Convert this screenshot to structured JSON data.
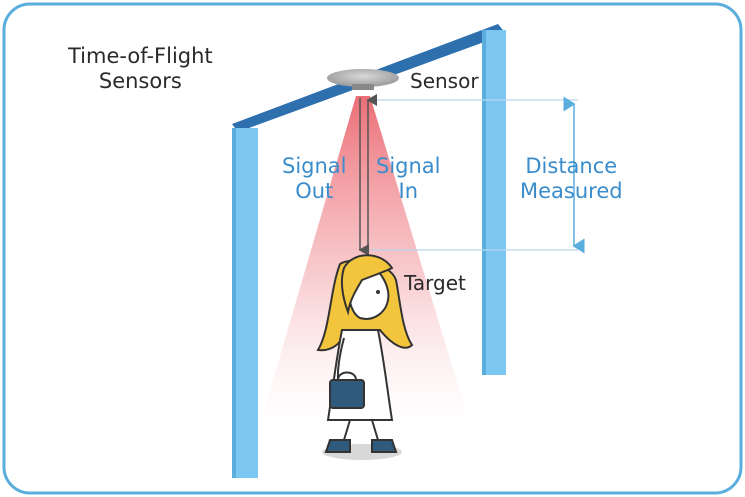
{
  "diagram": {
    "title_line1": "Time-of-Flight",
    "title_line2": "Sensors",
    "sensor_label": "Sensor",
    "signal_out_line1": "Signal",
    "signal_out_line2": "Out",
    "signal_in_line1": "Signal",
    "signal_in_line2": "In",
    "distance_line1": "Distance",
    "distance_line2": "Measured",
    "target_label": "Target"
  },
  "colors": {
    "frame_border": "#5aaedd",
    "pillar_blue": "#7cc6f2",
    "label_blue": "#3a8ccb",
    "beam_red": "#e8545f",
    "hair_yellow": "#f2c53d",
    "bag_navy": "#2f5a7c"
  },
  "icons": {
    "sensor": "ceiling-sensor-icon",
    "target": "woman-walking-figure"
  }
}
